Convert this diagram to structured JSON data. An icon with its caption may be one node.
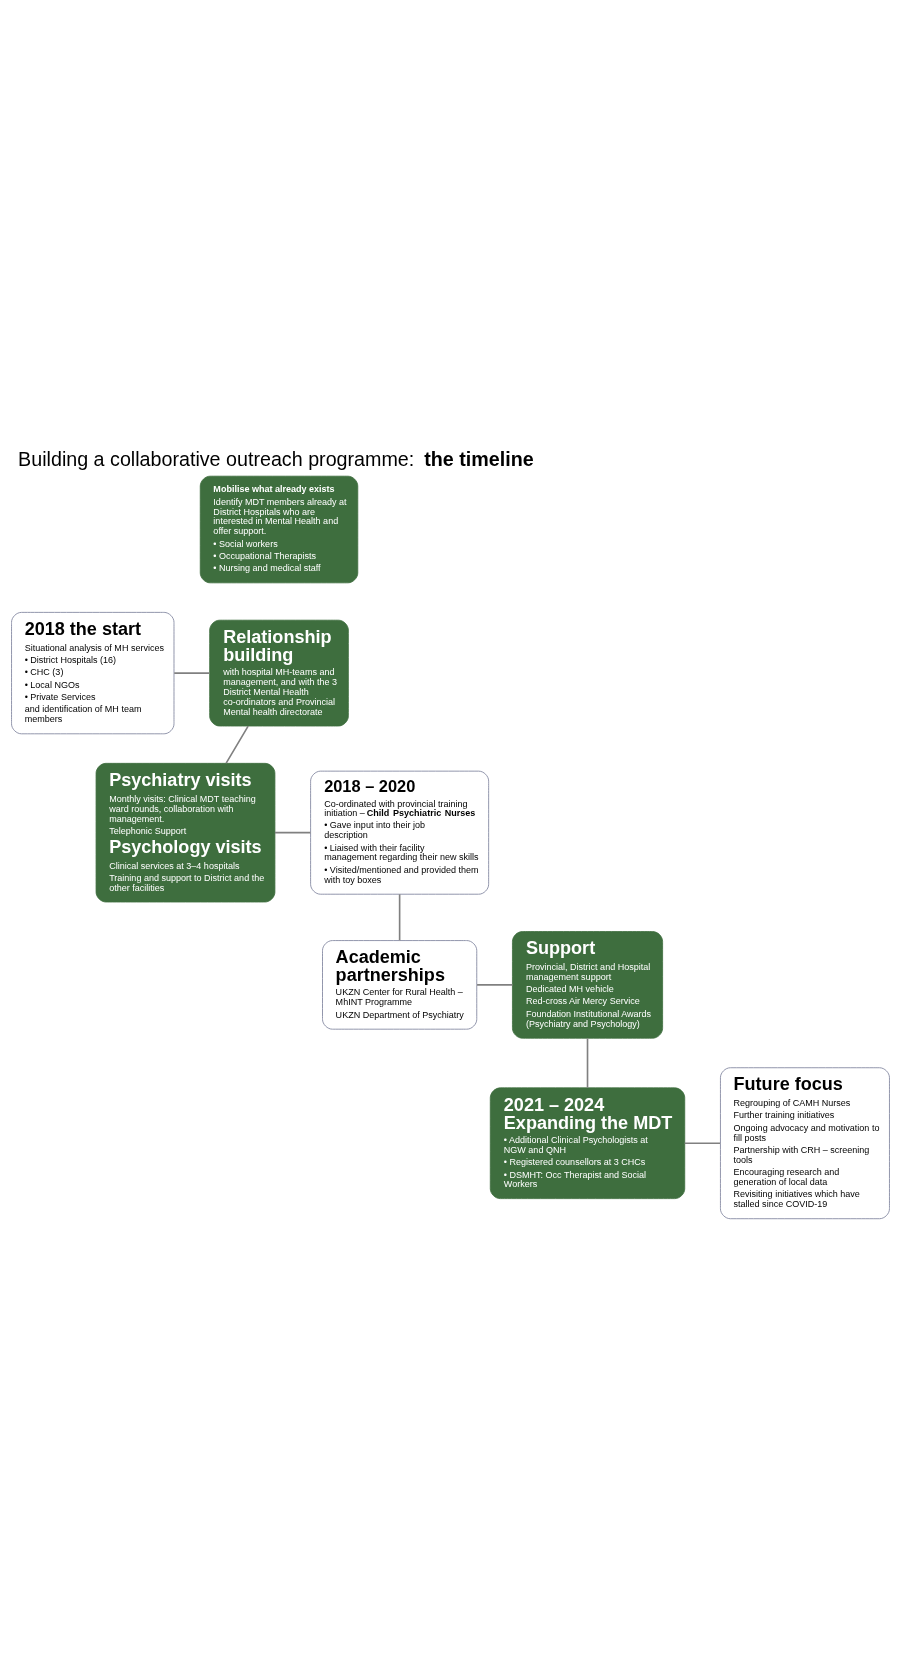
{
  "diagram": {
    "title": "Building a collaborative outreach programme: **the timeline**",
    "nodes": [
      {
        "text": [
          "Mobilise what already exists",
          "Identify MDT members already at District Hospitals who are interested in Mental Health and offer support.",
          "• Social workers",
          "• Occupational Therapists",
          "• Nursing and medical staff"
        ]
      },
      {
        "text": [
          "2018 the start",
          "Situational analysis of MH services",
          "• District Hospitals (16)",
          "• CHC (3)",
          "• Local NGOs",
          "• Private Services",
          "and identification of MH team members"
        ]
      },
      {
        "text": [
          "Relationship building",
          "with hospital MH-teams and management, and with the 3 District Mental Health co-ordinators and Provincial Mental health directorate"
        ]
      },
      {
        "text": [
          "Psychiatry visits",
          "Monthly visits: Clinical MDT teaching ward rounds, collaboration with management.",
          "Telephonic Support",
          "Psychology visits",
          "Clinical services at 3–4 hospitals",
          "Training and support to District and the other facilities"
        ]
      },
      {
        "text": [
          "2018 – 2020",
          "Co-ordinated with provincial training initiation – **Child Psychiatric Nurses**",
          "• Gave input into their job description",
          "• Liaised with their facility management regarding their new skills",
          "• Visited/mentioned and provided them with toy boxes"
        ]
      },
      {
        "text": [
          "Academic partnerships",
          "UKZN Center for Rural Health – MhINT Programme",
          "UKZN Department of Psychiatry"
        ]
      },
      {
        "text": [
          "Support",
          "Provincial, District and Hospital management support",
          "Dedicated MH vehicle",
          "Red-cross Air Mercy Service",
          "Foundation Institutional Awards (Psychiatry and Psychology)"
        ]
      },
      {
        "text": [
          "2021 – 2024 Expanding the MDT",
          "• Additional Clinical Psychologists at NGW and QNH",
          "• Registered counsellors at 3 CHCs",
          "• DSMHT: Occ Therapist and Social Workers"
        ]
      },
      {
        "text": [
          "Future focus",
          "Regrouping of CAMH Nurses",
          "Further training initiatives",
          "Ongoing advocacy and motivation to fill posts",
          "Partnership with CRH – screening tools",
          "Encouraging research and generation of local data",
          "Revisiting initiatives which have stalled since COVID-19"
        ]
      }
    ],
    "edges": [
      {
        "from": 1,
        "to": 2,
        "arrow": "none"
      },
      {
        "from": 2,
        "to": 3,
        "arrow": "none"
      },
      {
        "from": 3,
        "to": 4,
        "arrow": "none"
      },
      {
        "from": 4,
        "to": 5,
        "arrow": "none"
      },
      {
        "from": 5,
        "to": 6,
        "arrow": "none"
      },
      {
        "from": 6,
        "to": 7,
        "arrow": "none"
      },
      {
        "from": 7,
        "to": 8,
        "arrow": "none"
      }
    ]
  }
}
